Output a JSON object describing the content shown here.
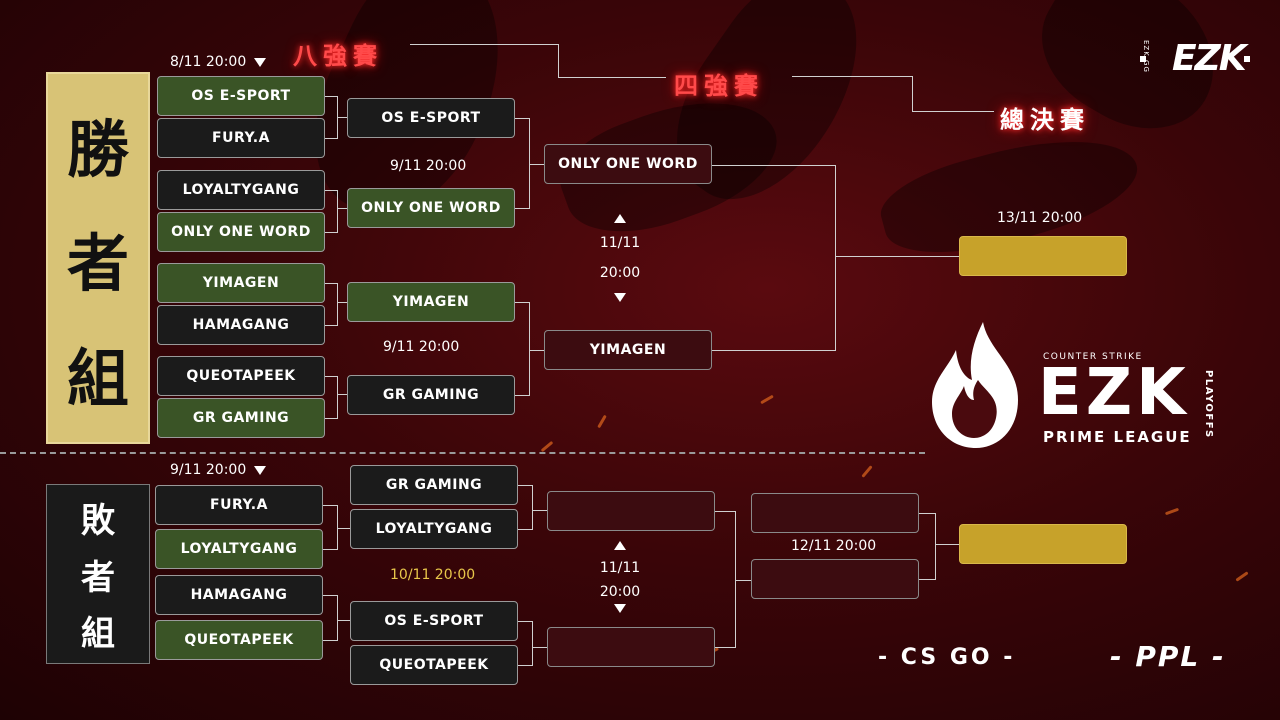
{
  "header": {
    "round_of_8": "八強賽",
    "semifinal": "四強賽",
    "final": "總決賽",
    "brand_small": "EZK.GG",
    "brand_mark": "EZK"
  },
  "sidebar": {
    "winners": [
      "勝",
      "者",
      "組"
    ],
    "losers": [
      "敗",
      "者",
      "組"
    ]
  },
  "winners": {
    "r1_date": "8/11  20:00",
    "r1": [
      "OS E-SPORT",
      "FURY.A",
      "LOYALTYGANG",
      "ONLY ONE WORD",
      "YIMAGEN",
      "HAMAGANG",
      "QUEOTAPEEK",
      "GR GAMING"
    ],
    "qf_date_top": "9/11   20:00",
    "qf_date_bottom": "9/11   20:00",
    "qf": [
      "OS E-SPORT",
      "ONLY ONE WORD",
      "YIMAGEN",
      "GR GAMING"
    ],
    "sf": [
      "ONLY ONE WORD",
      "YIMAGEN"
    ],
    "sf_date": "11/11",
    "sf_time": "20:00",
    "final_date": "13/11   20:00",
    "final_slot": ""
  },
  "losers": {
    "r1_date": "9/11  20:00",
    "r1": [
      "FURY.A",
      "LOYALTYGANG",
      "HAMAGANG",
      "QUEOTAPEEK"
    ],
    "r2_date": "10/11   20:00",
    "r2": [
      "GR GAMING",
      "LOYALTYGANG",
      "OS E-SPORT",
      "QUEOTAPEEK"
    ],
    "r3_date": "11/11",
    "r3_time": "20:00",
    "r3": [
      "",
      ""
    ],
    "r4_date": "12/11   20:00",
    "r4": [
      "",
      ""
    ],
    "final_slot": ""
  },
  "logo": {
    "top": "COUNTER STRIKE",
    "main": "EZK",
    "bottom": "PRIME LEAGUE",
    "side": "PLAYOFFS"
  },
  "footer": {
    "csgo": "- CS GO -",
    "ppl": "- PPL -"
  },
  "colors": {
    "green_box": "#3a5426",
    "dark_box": "#1b1b1b",
    "maroon_box": "#3c0c10",
    "gold": "#c7a22a",
    "neon_red": "#ff4a4a",
    "sidebar_gold": "#d8c376"
  }
}
